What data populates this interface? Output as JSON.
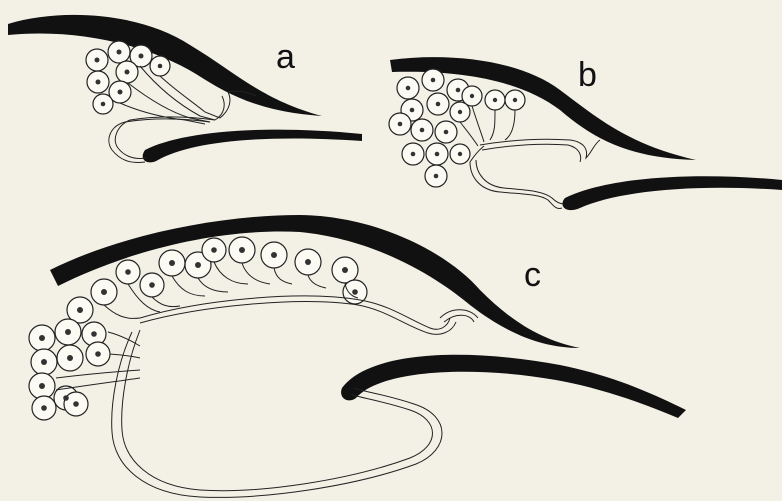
{
  "figure": {
    "background_color": "#f3f1e6",
    "ink_color": "#111111",
    "panels": [
      {
        "id": "a",
        "label": "a"
      },
      {
        "id": "b",
        "label": "b"
      },
      {
        "id": "c",
        "label": "c"
      }
    ]
  }
}
